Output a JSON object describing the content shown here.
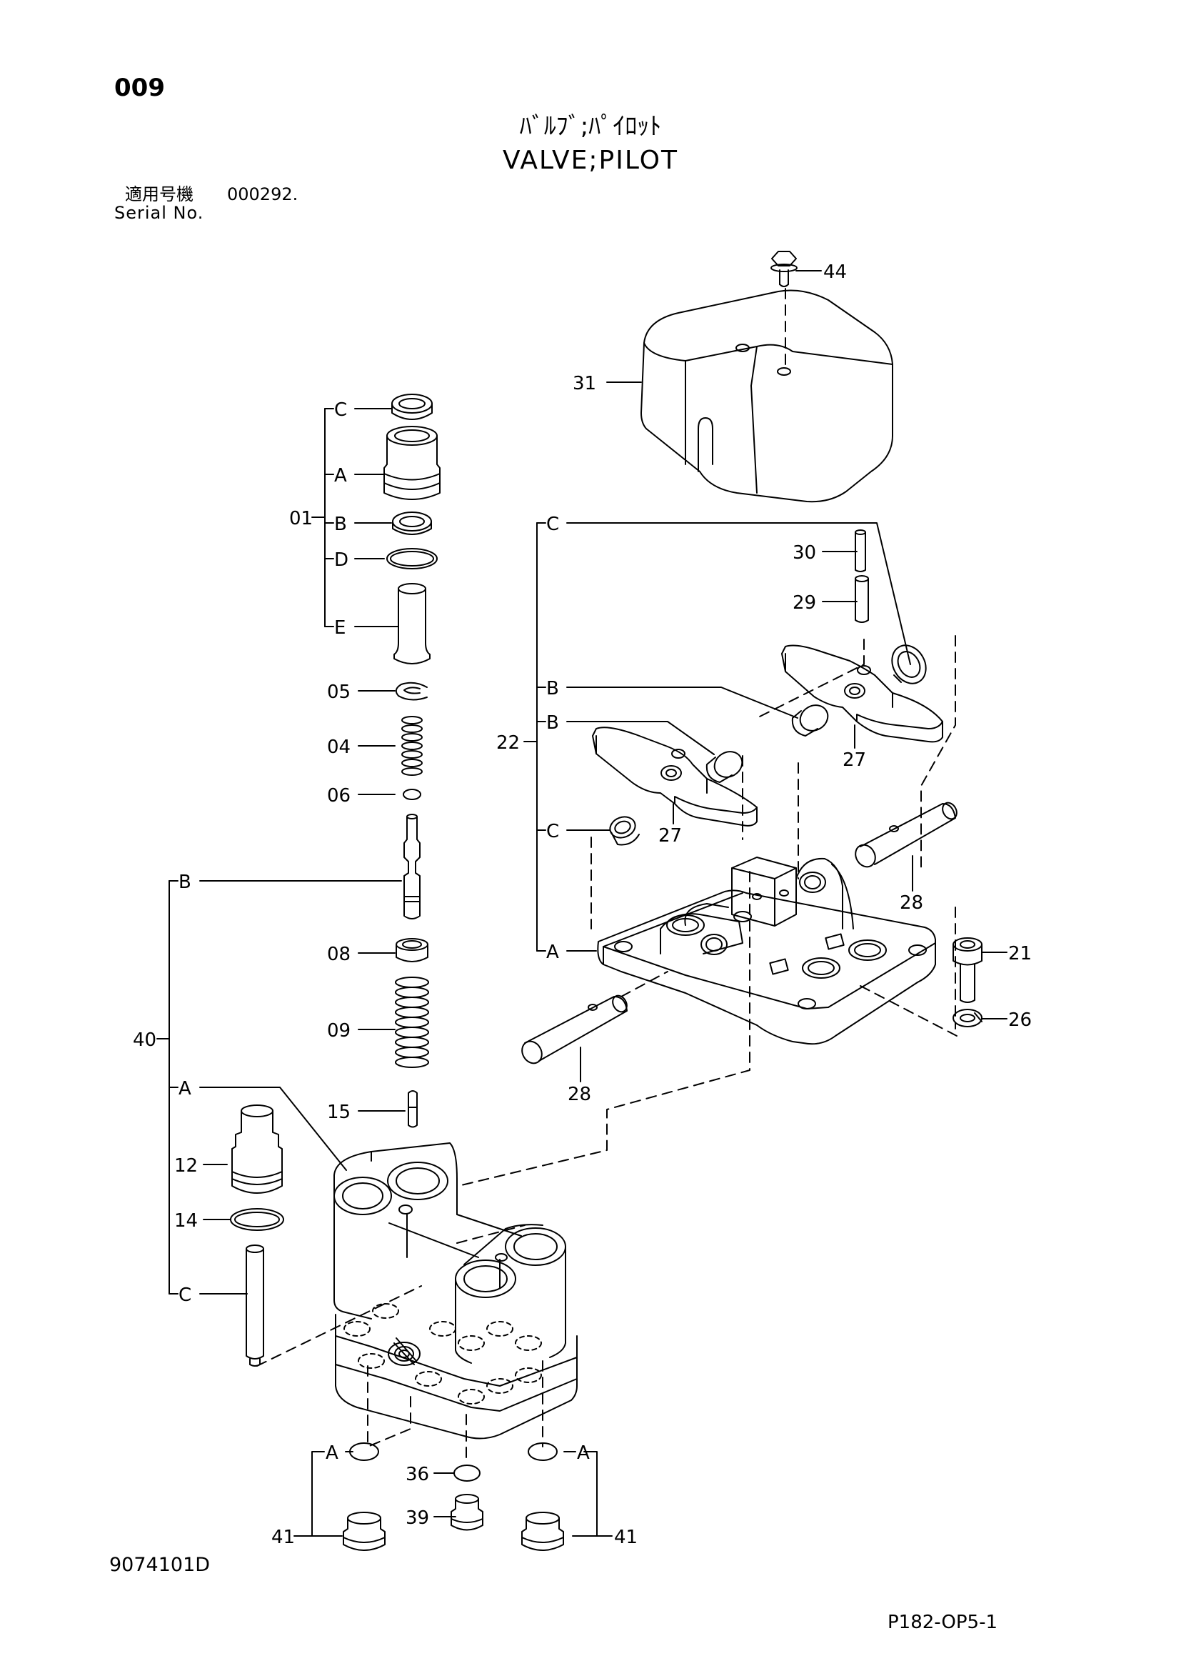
{
  "page_number": "009",
  "title_jp": "ﾊﾞﾙﾌﾞ;ﾊﾟｲﾛｯﾄ",
  "title_en": "VALVE;PILOT",
  "serial_label_jp": "適用号機",
  "serial_value": "000292.",
  "serial_label_en": "Serial No.",
  "drawing_number": "9074101D",
  "page_code": "P182-OP5-1",
  "callouts": {
    "c44": "44",
    "c31": "31",
    "c01": "01",
    "c01C": "C",
    "c01A": "A",
    "c01B": "B",
    "c01D": "D",
    "c01E": "E",
    "c05": "05",
    "c04": "04",
    "c06": "06",
    "c40": "40",
    "c40B": "B",
    "c40A": "A",
    "c40C": "C",
    "c08": "08",
    "c09": "09",
    "c15": "15",
    "c12": "12",
    "c14": "14",
    "c22": "22",
    "c22C1": "C",
    "c22B1": "B",
    "c22B2": "B",
    "c22C2": "C",
    "c22A": "A",
    "c30": "30",
    "c29": "29",
    "c27a": "27",
    "c27b": "27",
    "c28a": "28",
    "c28b": "28",
    "c21": "21",
    "c26": "26",
    "c36": "36",
    "c39": "39",
    "c41L": "41",
    "c41LA": "A",
    "c41R": "41",
    "c41RA": "A"
  }
}
